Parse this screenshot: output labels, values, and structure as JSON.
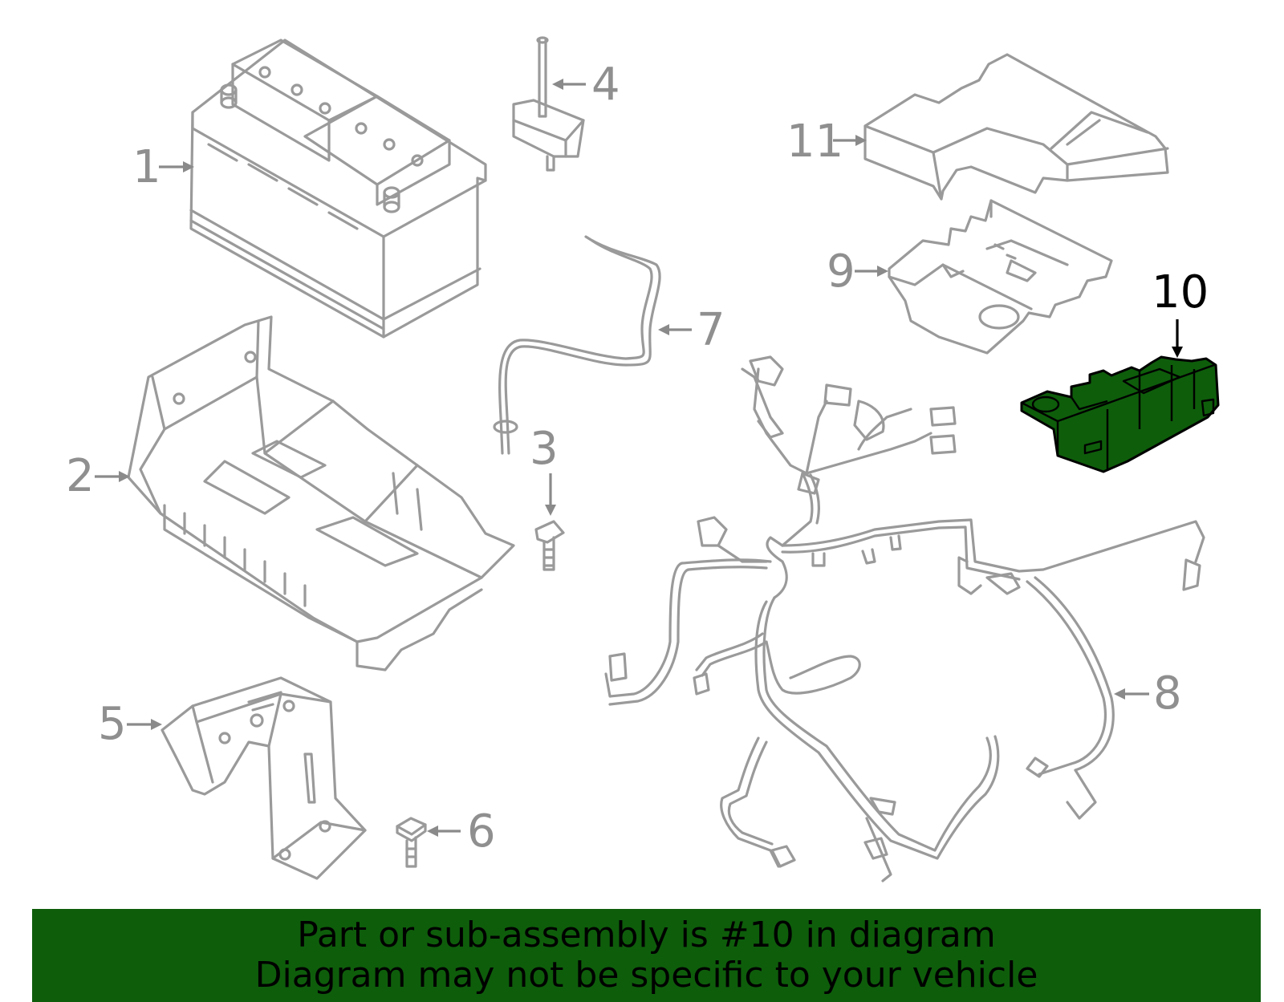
{
  "callouts": {
    "c1": "1",
    "c2": "2",
    "c3": "3",
    "c4": "4",
    "c5": "5",
    "c6": "6",
    "c7": "7",
    "c8": "8",
    "c9": "9",
    "c10": "10",
    "c11": "11"
  },
  "highlight": {
    "callout": "10",
    "color": "#0e5d0b"
  },
  "banner": {
    "line1": "Part or sub-assembly is #10 in diagram",
    "line2": "Diagram may not be specific to your vehicle",
    "color": "#0e5d0b"
  }
}
